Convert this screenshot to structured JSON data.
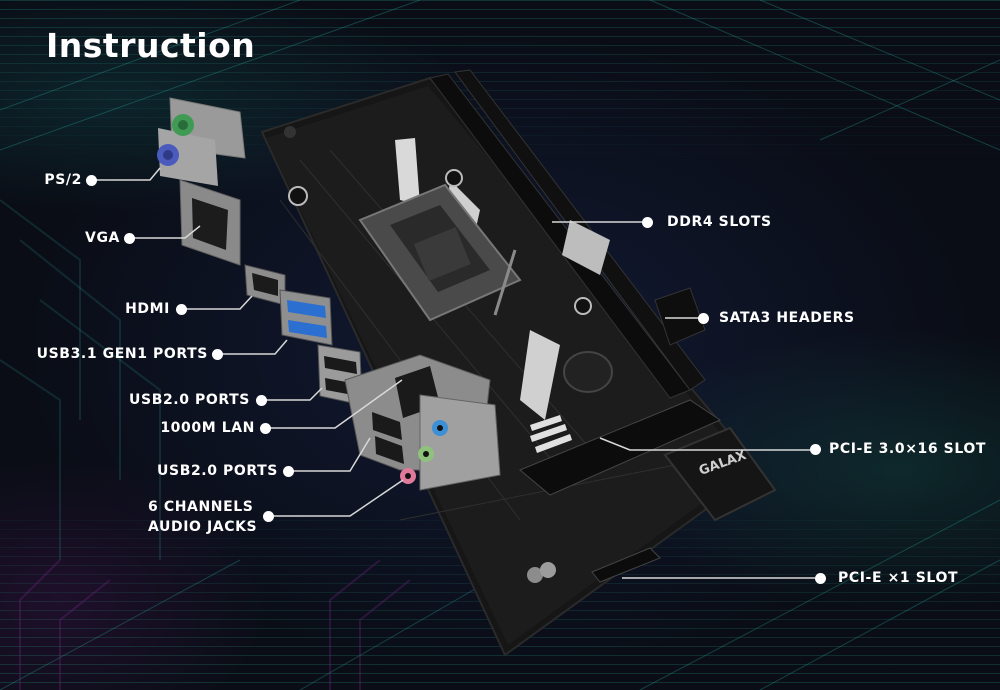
{
  "title": "Instruction",
  "colors": {
    "background": "#0a0d16",
    "grid_teal": "#28aa96",
    "label_text": "#ffffff",
    "leader_line": "#d8d8d8"
  },
  "labels_left": [
    {
      "id": "ps2",
      "text": "PS/2"
    },
    {
      "id": "vga",
      "text": "VGA"
    },
    {
      "id": "hdmi",
      "text": "HDMI"
    },
    {
      "id": "usb31",
      "text": "USB3.1 GEN1 PORTS"
    },
    {
      "id": "usb20a",
      "text": "USB2.0 PORTS"
    },
    {
      "id": "lan",
      "text": "1000M LAN"
    },
    {
      "id": "usb20b",
      "text": "USB2.0 PORTS"
    },
    {
      "id": "audio",
      "line1": "6 CHANNELS",
      "line2": "AUDIO JACKS"
    }
  ],
  "labels_right": [
    {
      "id": "ddr4",
      "text": "DDR4 SLOTS"
    },
    {
      "id": "sata3",
      "text": "SATA3 HEADERS"
    },
    {
      "id": "pcie16",
      "text": "PCI-E 3.0×16 SLOT"
    },
    {
      "id": "pcie1",
      "text": "PCI-E ×1 SLOT"
    }
  ],
  "board": {
    "brand": "GALAX"
  }
}
